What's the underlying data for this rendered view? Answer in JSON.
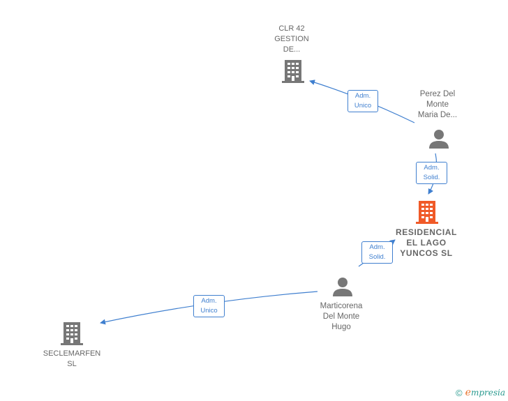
{
  "nodes": {
    "clr42": {
      "lines": [
        "CLR 42",
        "GESTION",
        "DE..."
      ],
      "type": "company",
      "color": "#777777"
    },
    "perez": {
      "lines": [
        "Perez Del",
        "Monte",
        "Maria De..."
      ],
      "type": "person",
      "color": "#777777"
    },
    "residencial": {
      "lines": [
        "RESIDENCIAL",
        "EL LAGO",
        "YUNCOS  SL"
      ],
      "type": "company",
      "color": "#f05a28"
    },
    "marticorena": {
      "lines": [
        "Marticorena",
        "Del Monte",
        "Hugo"
      ],
      "type": "person",
      "color": "#777777"
    },
    "seclemarfen": {
      "lines": [
        "SECLEMARFEN",
        "SL"
      ],
      "type": "company",
      "color": "#777777"
    }
  },
  "edges": {
    "perez_clr42": {
      "lines": [
        "Adm.",
        "Unico"
      ]
    },
    "perez_residencial": {
      "lines": [
        "Adm.",
        "Solid."
      ]
    },
    "marticorena_residencial": {
      "lines": [
        "Adm.",
        "Solid."
      ]
    },
    "marticorena_seclemarfen": {
      "lines": [
        "Adm.",
        "Unico"
      ]
    }
  },
  "brand": {
    "copyright": "©",
    "initial": "e",
    "rest": "mpresia"
  },
  "colors": {
    "edge": "#3f7fcf",
    "highlight": "#f05a28",
    "neutral": "#777777"
  }
}
